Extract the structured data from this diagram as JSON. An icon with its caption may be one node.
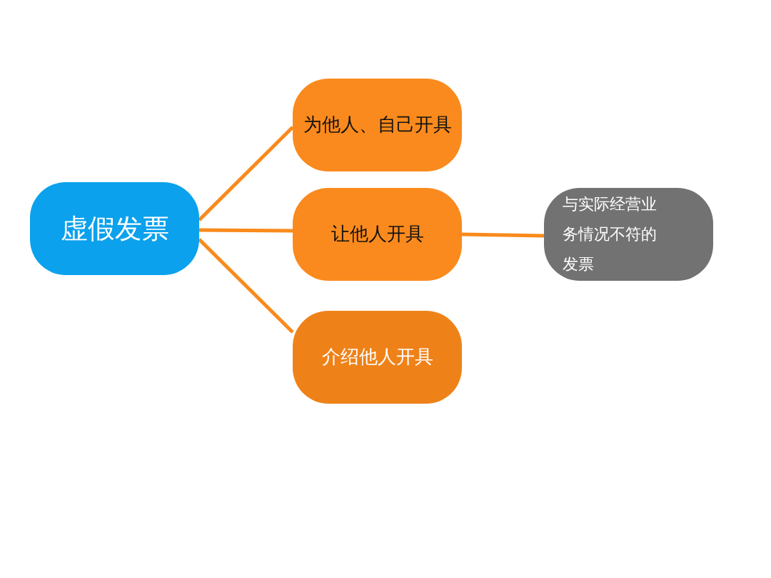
{
  "diagram": {
    "nodes": [
      {
        "text": [
          "虚假发票"
        ]
      },
      {
        "text": [
          "为他人、自己开具"
        ]
      },
      {
        "text": [
          "让他人开具"
        ]
      },
      {
        "text": [
          "介绍他人开具"
        ]
      },
      {
        "text": [
          "与实际经营业务情况不符的发票"
        ]
      }
    ],
    "edges": [
      {
        "from": 0,
        "to": 1,
        "arrow": "none"
      },
      {
        "from": 0,
        "to": 2,
        "arrow": "none"
      },
      {
        "from": 0,
        "to": 3,
        "arrow": "none"
      },
      {
        "from": 2,
        "to": 4,
        "arrow": "none"
      }
    ]
  }
}
